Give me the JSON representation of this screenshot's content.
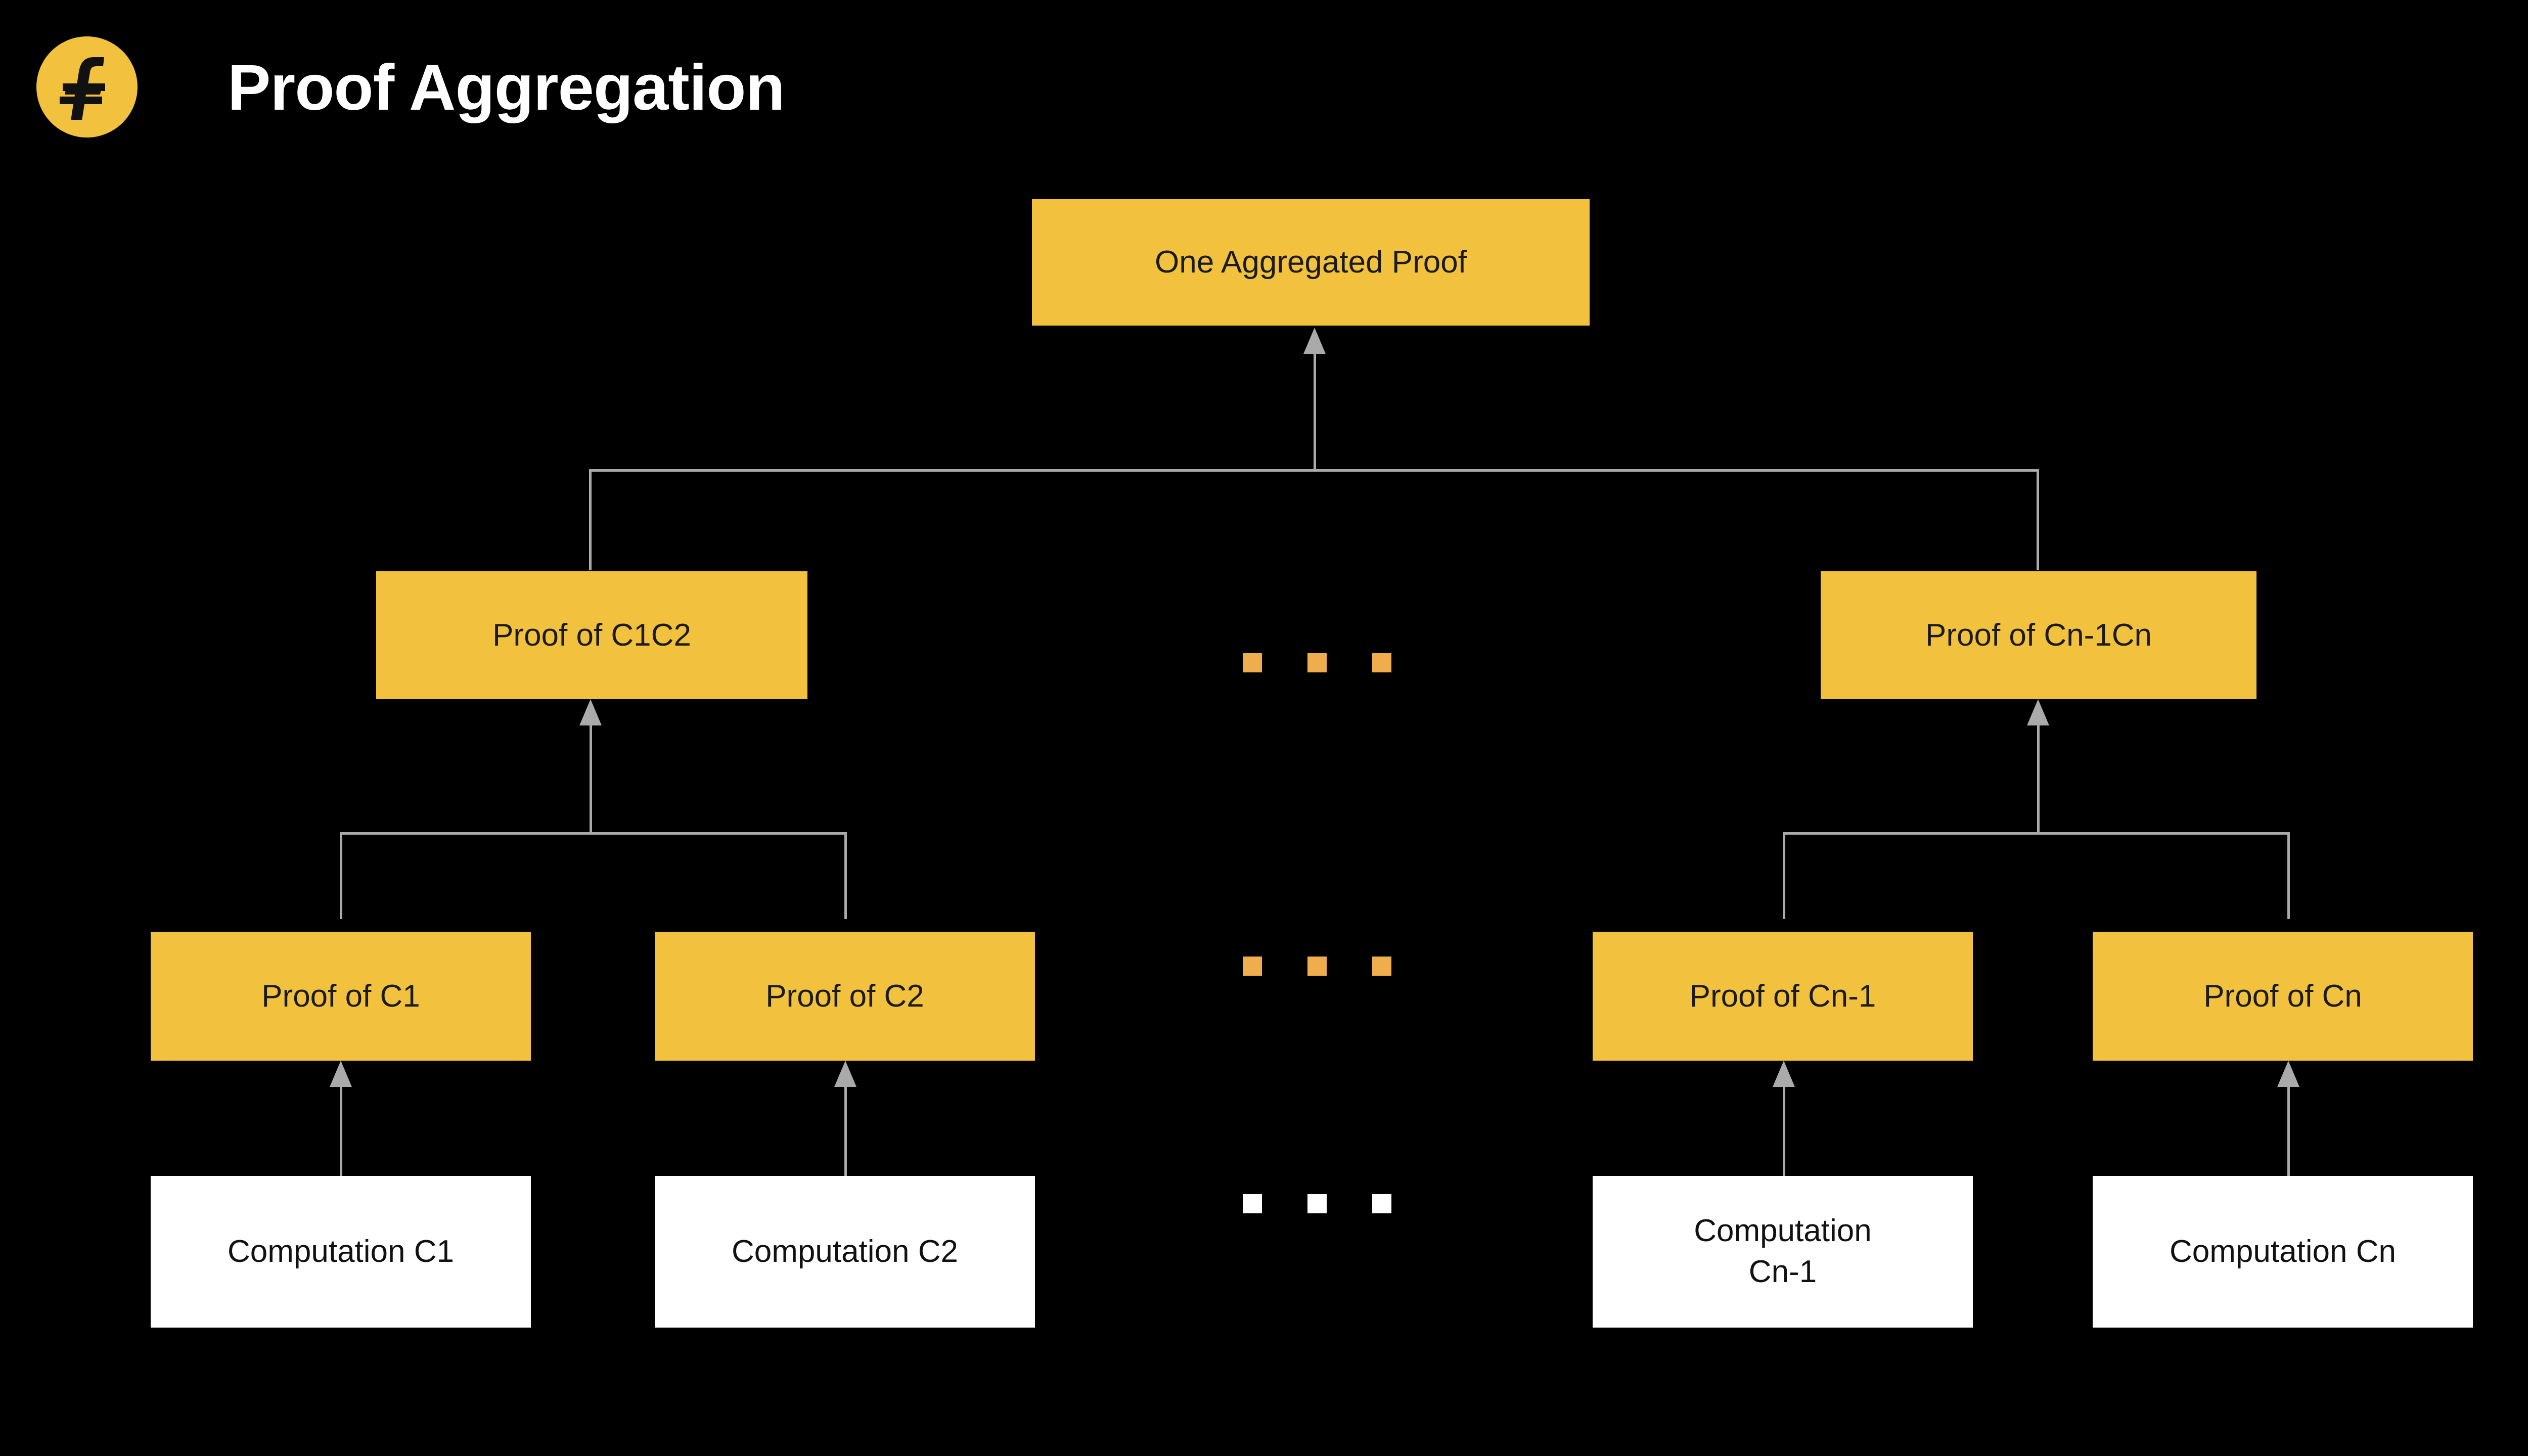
{
  "header": {
    "title": "Proof Aggregation",
    "logo_icon": "filecoin-f-logo-icon",
    "logo_bg": "#F2C13E",
    "title_color": "#FFFFFF"
  },
  "theme": {
    "background": "#000000",
    "proof_box_fill": "#F2C13E",
    "proof_box_text": "#1B1B1B",
    "computation_box_fill": "#FFFFFF",
    "computation_box_text": "#111111",
    "connector_color": "#AAAAAA",
    "ellipsis_orange": "#F0AD4E",
    "ellipsis_white": "#FFFFFF"
  },
  "diagram": {
    "root": {
      "label": "One Aggregated Proof"
    },
    "aggregates": [
      {
        "label": "Proof of C1C2"
      },
      {
        "label": "Proof of Cn-1Cn"
      }
    ],
    "proofs": [
      {
        "label": "Proof of C1"
      },
      {
        "label": "Proof of C2"
      },
      {
        "label": "Proof of Cn-1"
      },
      {
        "label": "Proof of Cn"
      }
    ],
    "computations": [
      {
        "label": "Computation C1"
      },
      {
        "label": "Computation C2"
      },
      {
        "label": "Computation Cn-1"
      },
      {
        "label": "Computation Cn"
      }
    ],
    "ellipsis_rows": [
      {
        "level": "aggregate-level",
        "style": "orange",
        "count": 3
      },
      {
        "level": "proof-level",
        "style": "orange",
        "count": 3
      },
      {
        "level": "computation-level",
        "style": "white",
        "count": 3
      }
    ]
  }
}
